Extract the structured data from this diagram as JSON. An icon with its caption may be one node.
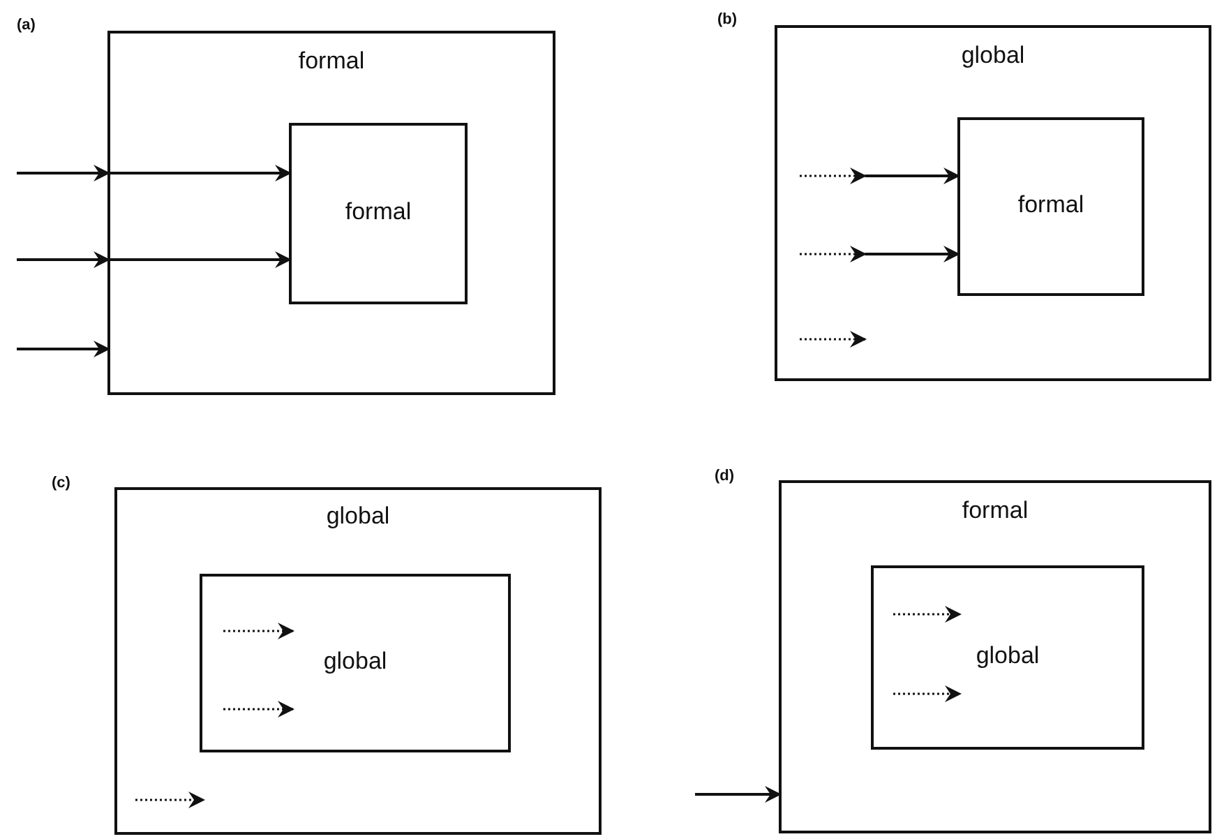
{
  "diagram": {
    "nodes": [
      {
        "text": [
          "formal"
        ]
      },
      {
        "text": [
          "formal"
        ],
        "in": 0
      },
      {
        "text": [
          "global"
        ]
      },
      {
        "text": [
          "formal"
        ],
        "in": 2
      },
      {
        "text": [
          "global"
        ]
      },
      {
        "text": [
          "global"
        ],
        "in": 4
      },
      {
        "text": [
          "formal"
        ]
      },
      {
        "text": [
          "global"
        ],
        "in": 6
      }
    ],
    "edges": [
      {
        "from": null,
        "to": 0,
        "arrow": "to"
      },
      {
        "from": null,
        "to": 0,
        "arrow": "to"
      },
      {
        "from": null,
        "to": 0,
        "arrow": "to"
      },
      {
        "from": 0,
        "to": 1,
        "arrow": "to"
      },
      {
        "from": 0,
        "to": 1,
        "arrow": "to"
      },
      {
        "from": null,
        "to": 3,
        "arrow": "to"
      },
      {
        "from": null,
        "to": 3,
        "arrow": "to"
      },
      {
        "from": null,
        "to": 6,
        "arrow": "to"
      }
    ],
    "labels": [
      "(a)",
      "(b)",
      "(c)",
      "(d)"
    ]
  }
}
